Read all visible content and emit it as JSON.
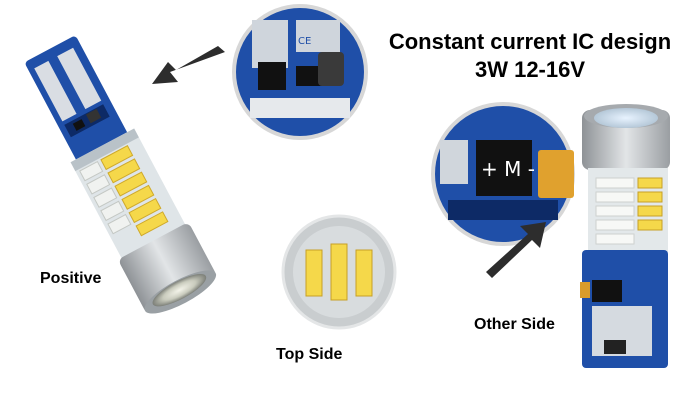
{
  "headline": {
    "line1": "Constant current IC design",
    "line2": "3W 12-16V"
  },
  "captions": {
    "positive": "Positive",
    "top_side": "Top Side",
    "other_side": "Other Side"
  },
  "colors": {
    "pcb_blue": "#1f4fa8",
    "pcb_dark": "#0d2a66",
    "aluminum": "#bfc3c6",
    "led_yellow": "#f5d84a",
    "text": "#000000",
    "arrow": "#333333"
  }
}
